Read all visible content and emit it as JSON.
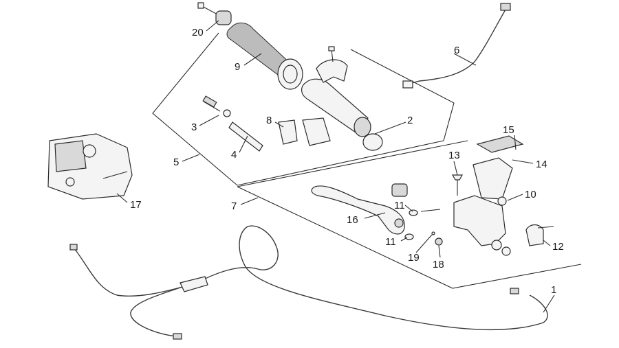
{
  "diagram": {
    "callouts": [
      {
        "id": "1",
        "label": "1"
      },
      {
        "id": "2",
        "label": "2"
      },
      {
        "id": "3",
        "label": "3"
      },
      {
        "id": "4",
        "label": "4"
      },
      {
        "id": "5",
        "label": "5"
      },
      {
        "id": "6",
        "label": "6"
      },
      {
        "id": "7",
        "label": "7"
      },
      {
        "id": "8",
        "label": "8"
      },
      {
        "id": "9",
        "label": "9"
      },
      {
        "id": "10",
        "label": "10"
      },
      {
        "id": "11a",
        "label": "11"
      },
      {
        "id": "11b",
        "label": "11"
      },
      {
        "id": "12",
        "label": "12"
      },
      {
        "id": "13",
        "label": "13"
      },
      {
        "id": "14",
        "label": "14"
      },
      {
        "id": "15",
        "label": "15"
      },
      {
        "id": "16",
        "label": "16"
      },
      {
        "id": "17",
        "label": "17"
      },
      {
        "id": "18",
        "label": "18"
      },
      {
        "id": "19",
        "label": "19"
      },
      {
        "id": "20",
        "label": "20"
      }
    ]
  }
}
